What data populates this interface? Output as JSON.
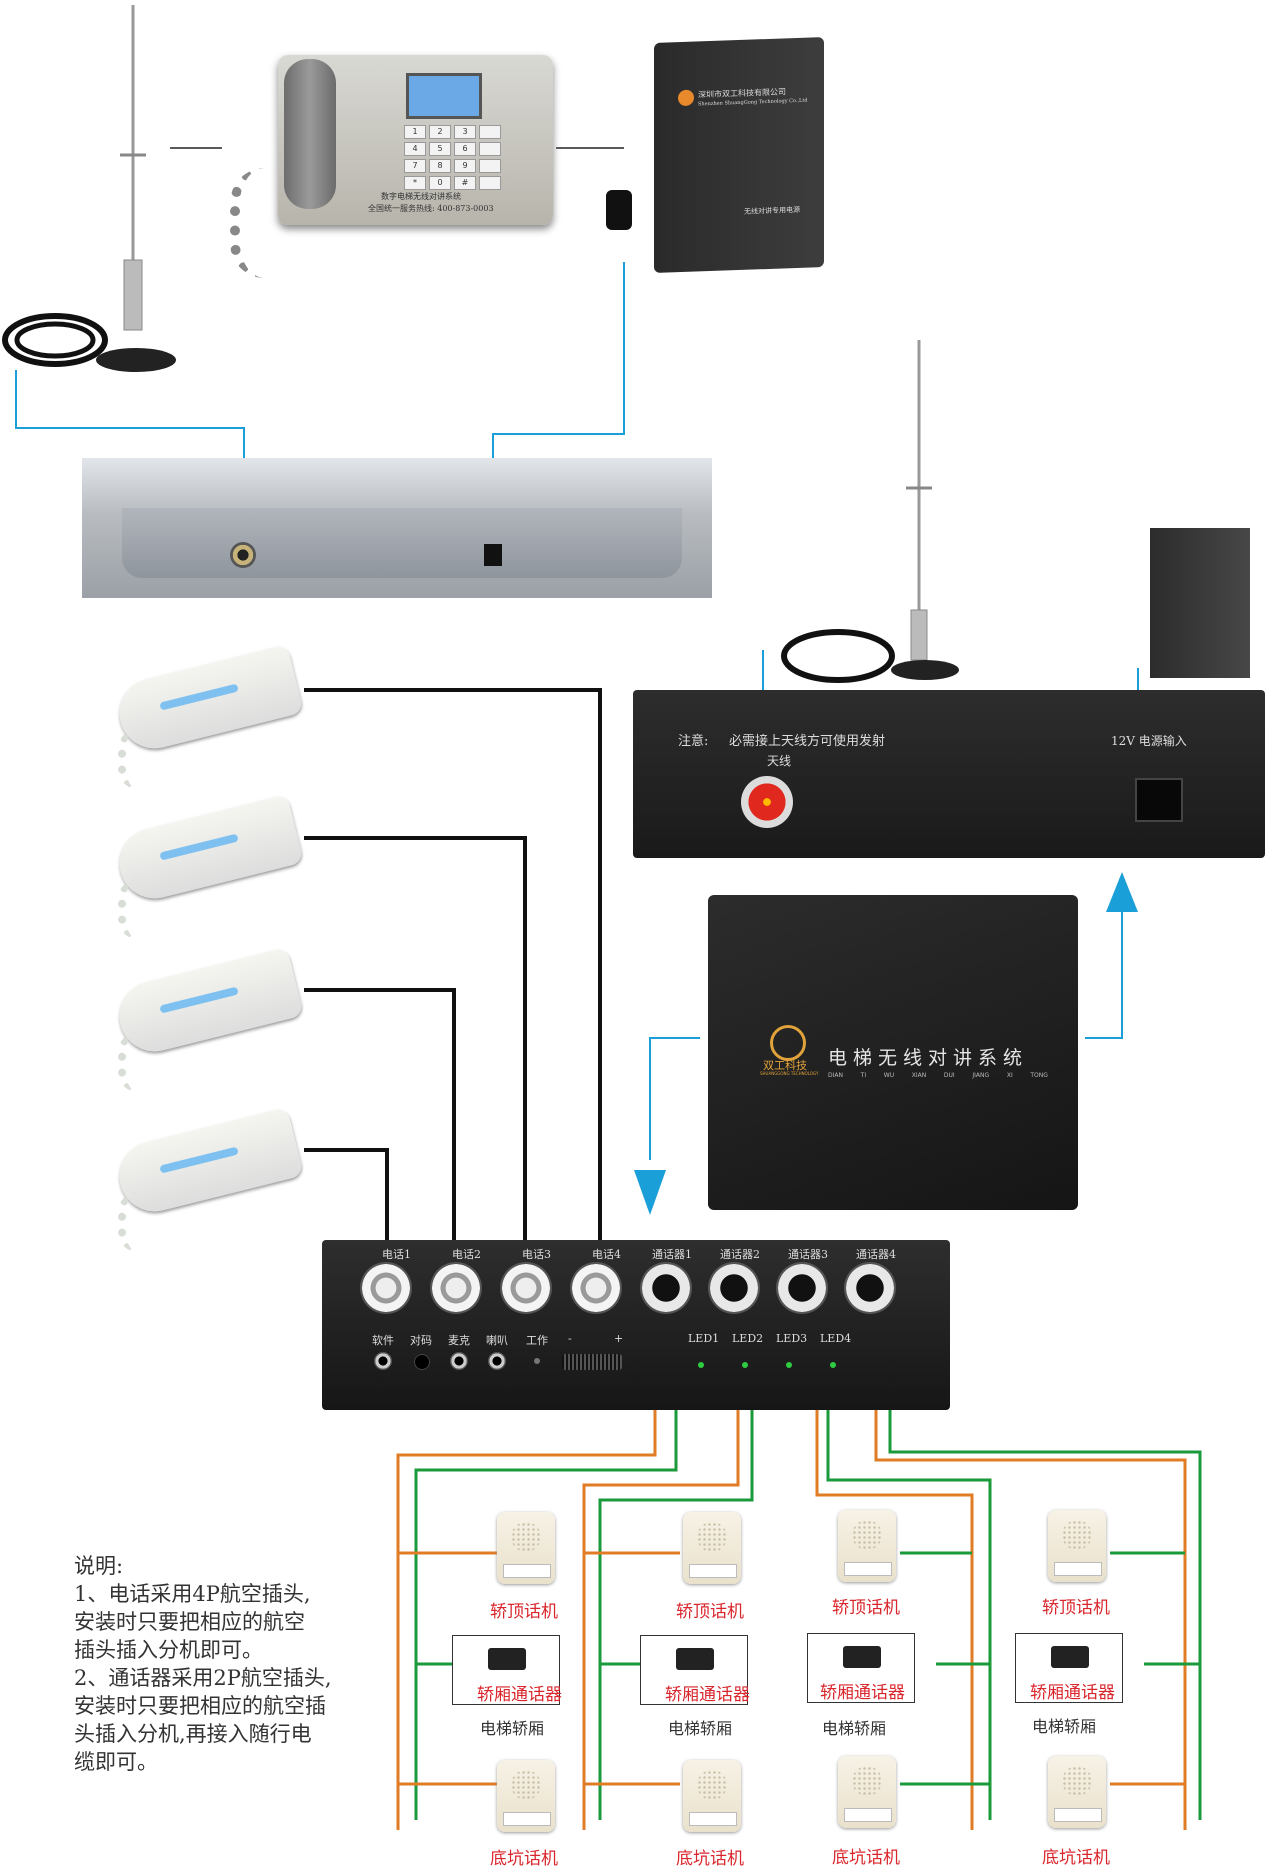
{
  "desk_phone": {
    "screen_caption": "数字电梯无线对讲系统",
    "hotline": "全国统一服务热线: 400-873-0003",
    "keys": [
      "1",
      "2",
      "3",
      "",
      "4",
      "5",
      "6",
      "",
      "7",
      "8",
      "9",
      "",
      "*",
      "0",
      "#",
      ""
    ]
  },
  "power_box_top": {
    "company": "深圳市双工科技有限公司",
    "company_en": "Shenzhen ShuangGong Technology Co.,Ltd",
    "product": "无线对讲专用电源"
  },
  "transmitter": {
    "notice_label": "注意:",
    "notice_text": "必需接上天线方可使用发射",
    "antenna_label": "天线",
    "power_label": "12V 电源输入"
  },
  "main_unit": {
    "brand": "双工科技",
    "brand_en": "SHUANGGONG TECHNOLOGY",
    "title": "电梯无线对讲系统",
    "pinyin": [
      "DIAN",
      "TI",
      "WU",
      "XIAN",
      "DUI",
      "JIANG",
      "XI",
      "TONG"
    ]
  },
  "hub": {
    "phone_ports": [
      "电话1",
      "电话2",
      "电话3",
      "电话4"
    ],
    "intercom_ports": [
      "通话器1",
      "通话器2",
      "通话器3",
      "通话器4"
    ],
    "controls": [
      "软件",
      "对码",
      "麦克",
      "喇叭",
      "工作"
    ],
    "volume": [
      "-",
      "+"
    ],
    "leds": [
      "LED1",
      "LED2",
      "LED3",
      "LED4"
    ]
  },
  "columns": [
    {
      "top": "轿顶话机",
      "car_device": "轿厢通话器",
      "car": "电梯轿厢",
      "bottom": "底坑话机"
    },
    {
      "top": "轿顶话机",
      "car_device": "轿厢通话器",
      "car": "电梯轿厢",
      "bottom": "底坑话机"
    },
    {
      "top": "轿顶话机",
      "car_device": "轿厢通话器",
      "car": "电梯轿厢",
      "bottom": "底坑话机"
    },
    {
      "top": "轿顶话机",
      "car_device": "轿厢通话器",
      "car": "电梯轿厢",
      "bottom": "底坑话机"
    }
  ],
  "notes": {
    "title": "说明:",
    "lines": [
      "1、电话采用4P航空插头,",
      "安装时只要把相应的航空",
      "插头插入分机即可。",
      "2、通话器采用2P航空插头,",
      "安装时只要把相应的航空插",
      "头插入分机,再接入随行电",
      "缆即可。"
    ]
  },
  "colors": {
    "blue_line": "#1a9fd8",
    "black_wire": "#111111",
    "orange_wire": "#e07b26",
    "green_wire": "#1a9a3a",
    "red_label": "#d9262c"
  }
}
